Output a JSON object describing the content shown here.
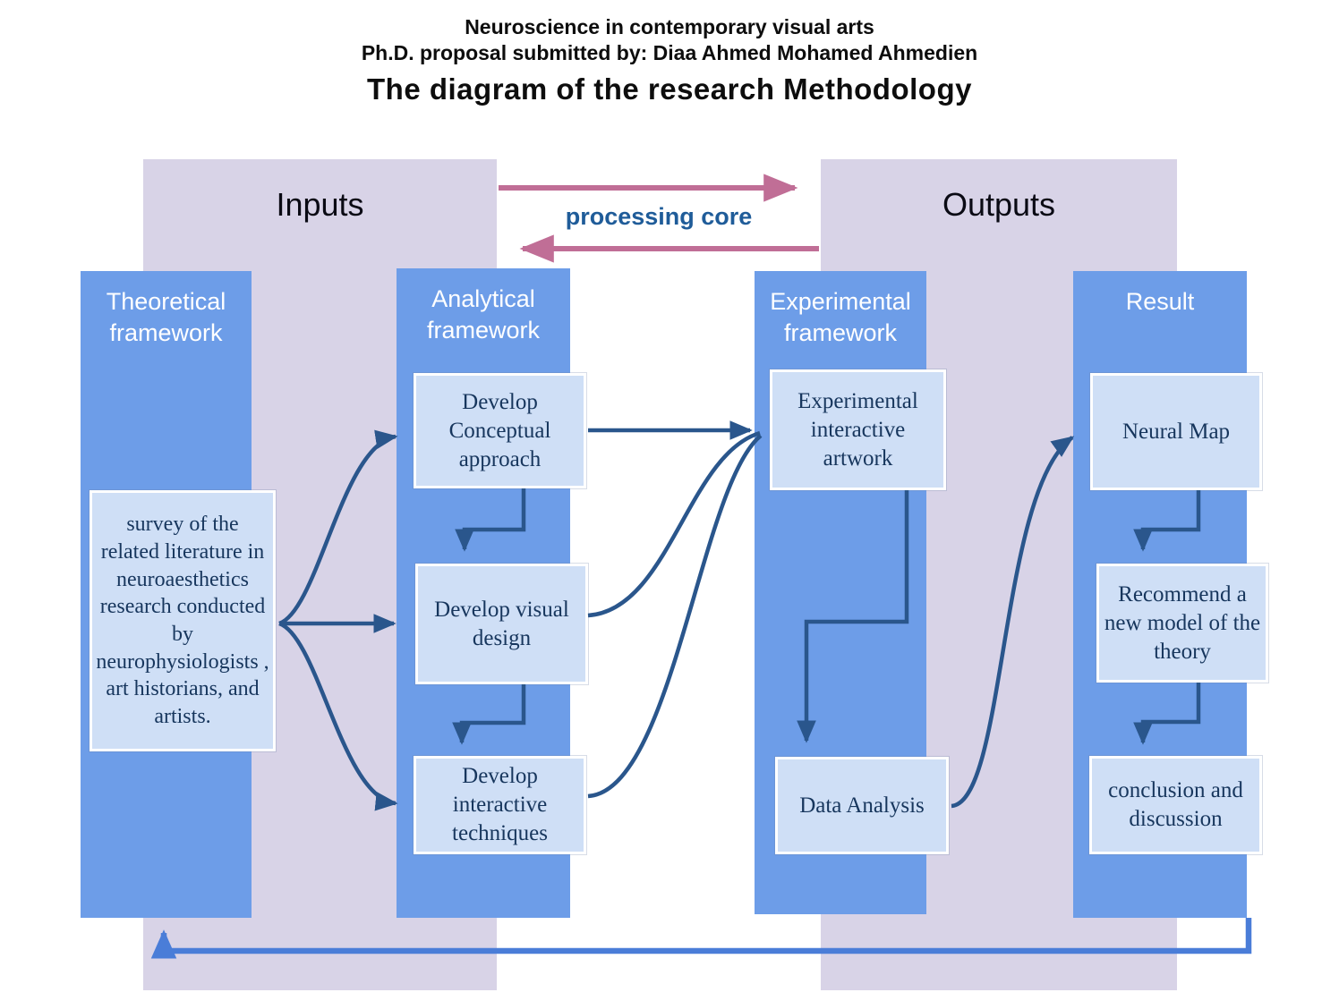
{
  "title": {
    "line1": "Neuroscience in contemporary visual arts",
    "line2": "Ph.D. proposal submitted by: Diaa Ahmed Mohamed Ahmedien",
    "line3": "The diagram of the research Methodology"
  },
  "bands": {
    "inputs_label": "Inputs",
    "outputs_label": "Outputs",
    "processing_core_label": "processing core"
  },
  "flow": {
    "columns": [
      {
        "header": "Theoretical framework"
      },
      {
        "header": "Analytical framework"
      },
      {
        "header": "Experimental framework"
      },
      {
        "header": "Result"
      }
    ],
    "boxes": {
      "survey": "survey of the related literature in neuroaesthetics research conducted by neurophysiologists , art historians, and artists.",
      "develop_conceptual": "Develop Conceptual approach",
      "develop_visual": "Develop visual design",
      "develop_interactive": "Develop interactive techniques",
      "experimental_artwork": "Experimental interactive artwork",
      "data_analysis": "Data Analysis",
      "neural_map": "Neural Map",
      "recommend_model": "Recommend a new model of the theory",
      "conclusion": "conclusion and discussion"
    }
  },
  "colors": {
    "band_lavender": "#d8d3e7",
    "column_blue": "#6d9de8",
    "box_light_blue": "#cfdff6",
    "box_border": "#ffffff",
    "box_text_navy": "#17365d",
    "arrow_dark_navy": "#2a568c",
    "arrow_feedback_blue": "#4a7dd8",
    "arrow_pink": "#c06e96",
    "processing_core_text": "#1f5c99",
    "title_text": "#0d0d0d",
    "header_text": "#ffffff"
  }
}
